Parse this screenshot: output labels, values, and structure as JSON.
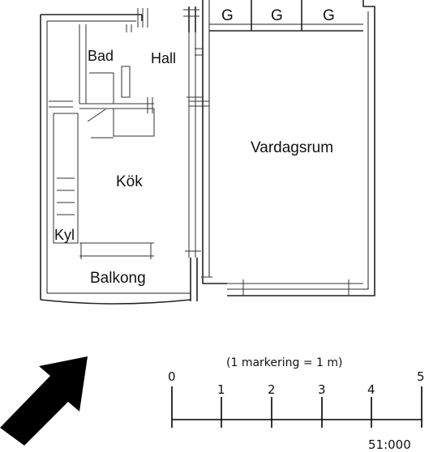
{
  "rooms": {
    "bad": "Bad",
    "hall": "Hall",
    "vardagsrum": "Vardagsrum",
    "kok": "Kök",
    "kyl": "Kyl",
    "balkong": "Balkong"
  },
  "closets": [
    "G",
    "G",
    "G"
  ],
  "scale": {
    "note": "(1 markering = 1 m)",
    "ticks": [
      "0",
      "1",
      "2",
      "3",
      "4",
      "5"
    ],
    "ratio": "51:000"
  },
  "north_arrow": {
    "icon": "north-arrow-icon"
  }
}
